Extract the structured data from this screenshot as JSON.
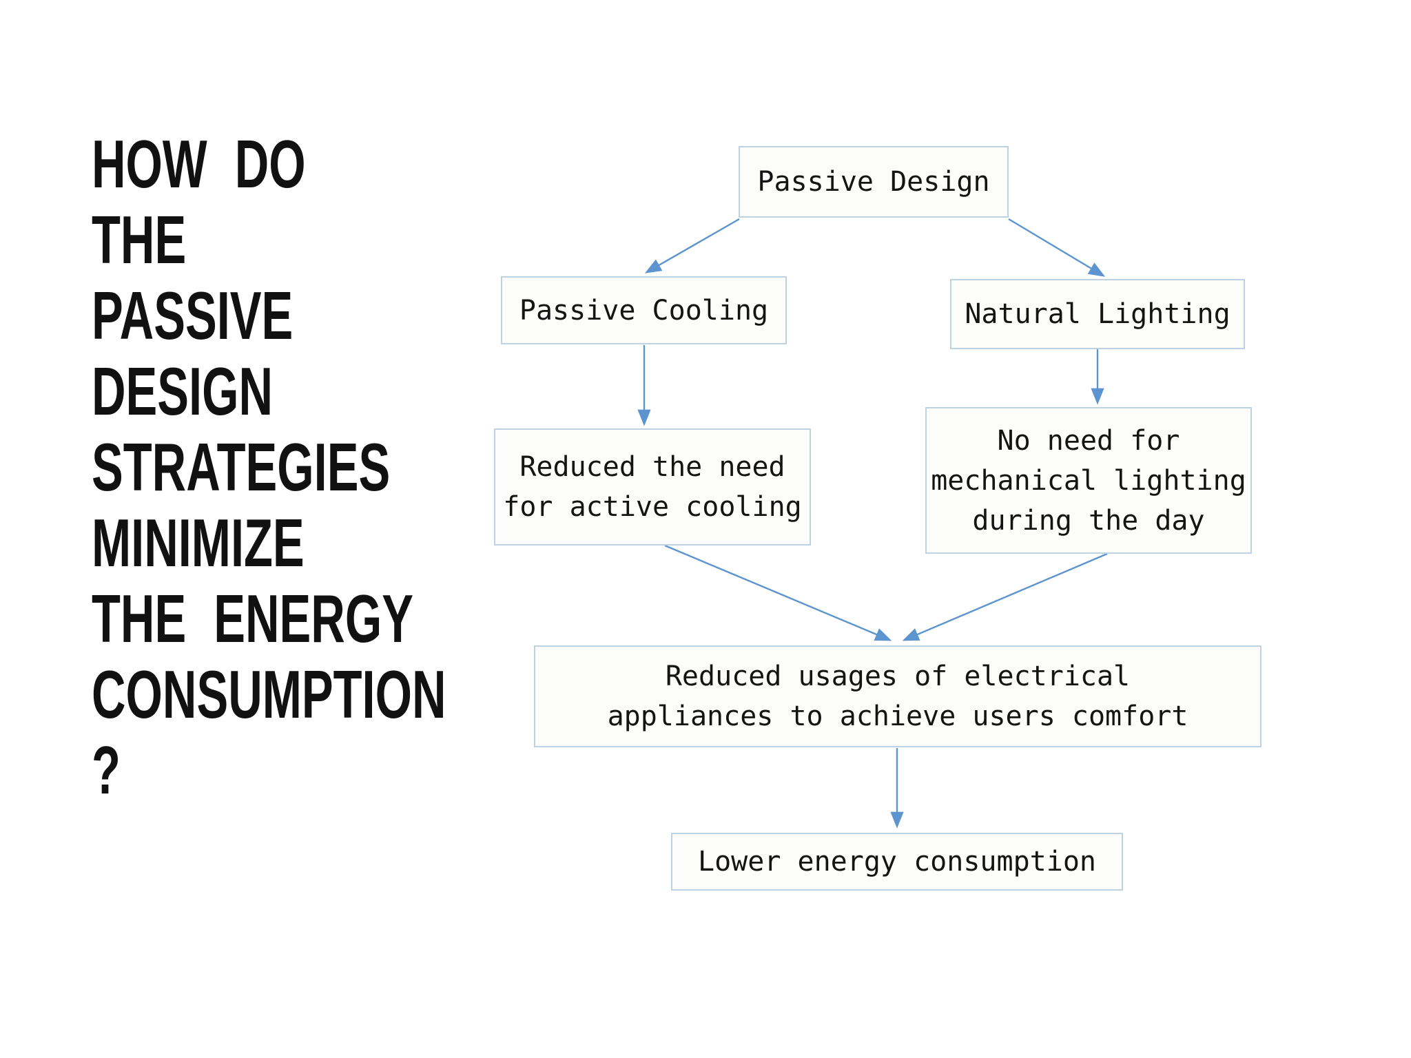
{
  "slide": {
    "background": "#ffffff"
  },
  "title": {
    "text": "HOW DO\nTHE\nPASSIVE\nDESIGN\nSTRATEGIES\nMINIMIZE\nTHE ENERGY\nCONSUMPTION\n?"
  },
  "diagram": {
    "colors": {
      "arrow": "#5b94ce",
      "box_border": "#bed2e4",
      "box_fill": "#fcfcfb",
      "text": "#141414"
    },
    "nodes": {
      "passive_design": {
        "label": "Passive Design"
      },
      "passive_cooling": {
        "label": "Passive Cooling"
      },
      "natural_lighting": {
        "label": "Natural Lighting"
      },
      "reduced_active_cooling": {
        "label": "Reduced the need\nfor active cooling"
      },
      "no_mechanical_lighting": {
        "label": "No need for\nmechanical lighting\nduring the day"
      },
      "reduced_usages": {
        "label": "Reduced usages of electrical\nappliances to achieve users comfort"
      },
      "lower_energy": {
        "label": "Lower energy consumption"
      }
    },
    "edges": [
      {
        "from": "passive_design",
        "to": "passive_cooling"
      },
      {
        "from": "passive_design",
        "to": "natural_lighting"
      },
      {
        "from": "passive_cooling",
        "to": "reduced_active_cooling"
      },
      {
        "from": "natural_lighting",
        "to": "no_mechanical_lighting"
      },
      {
        "from": "reduced_active_cooling",
        "to": "reduced_usages"
      },
      {
        "from": "no_mechanical_lighting",
        "to": "reduced_usages"
      },
      {
        "from": "reduced_usages",
        "to": "lower_energy"
      }
    ]
  }
}
